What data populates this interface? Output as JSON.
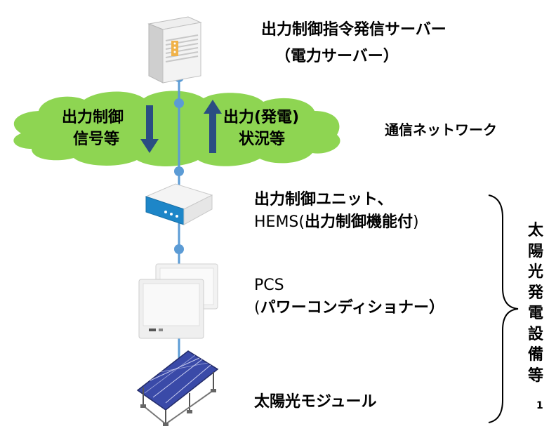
{
  "server": {
    "title_line1": "出力制御指令発信サーバー",
    "title_line2": "（電力サーバー）"
  },
  "network": {
    "label": "通信ネットワーク",
    "down_label_line1": "出力制御",
    "down_label_line2": "信号等",
    "up_label_line1": "出力(発電)",
    "up_label_line2": "状況等"
  },
  "control_unit": {
    "label_line1": "出力制御ユニット、",
    "label_line2_prefix": "HEMS(",
    "label_line2_bold": "出力制御機能付",
    "label_line2_suffix": ")"
  },
  "pcs": {
    "label_line1": "PCS",
    "label_line2_prefix": "(",
    "label_line2_bold": "パワーコンディショナー）"
  },
  "module": {
    "label": "太陽光モジュール"
  },
  "equipment_group": {
    "label_chars": [
      "太",
      "陽",
      "光",
      "発",
      "電",
      "設",
      "備",
      "等"
    ]
  },
  "page_number": "1",
  "colors": {
    "cloud": "#8ed552",
    "arrow": "#2a4d82",
    "connector": "#5b9bd5",
    "brace": "#000000"
  }
}
